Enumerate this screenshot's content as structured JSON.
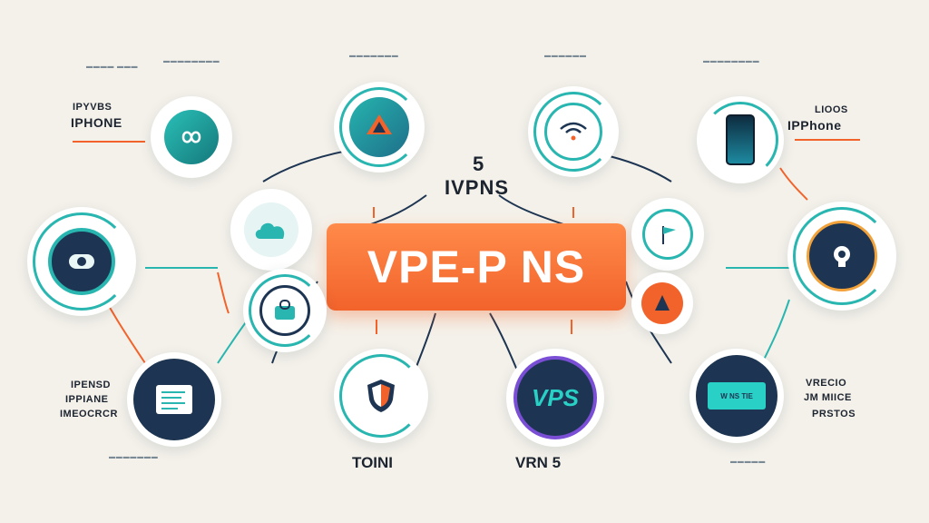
{
  "banner": {
    "title": "VPE-P NS"
  },
  "header": {
    "number": "5",
    "title": "IVPNS"
  },
  "labels": {
    "top_left_small": "IPYVBS",
    "top_left": "IPHONE",
    "top_right_small": "LIOOS",
    "top_right": "IPPhone",
    "bottom_left_1": "IPENSD",
    "bottom_left_2": "IPPIANE",
    "bottom_left_3": "IMEOCRCR",
    "bottom_right_1": "VRECIO",
    "bottom_right_2": "JM MIICE",
    "bottom_right_3": "PRSTOS",
    "bottom_center_left": "TOINI",
    "bottom_center_right": "VRN 5"
  },
  "node_badges": {
    "vps": "VPS",
    "screen": "W NS TIE"
  },
  "icons": [
    "infinity-icon",
    "vpn-shield-icon",
    "wifi-shield-icon",
    "phone-icon",
    "eye-icon",
    "cloud-icon",
    "lock-icon",
    "flag-icon",
    "cone-icon",
    "server-icon",
    "shield-icon",
    "vps-icon",
    "monitor-icon",
    "camera-icon"
  ],
  "colors": {
    "accent": "#f2632b",
    "teal": "#29b6b0",
    "navy": "#1d3552",
    "text": "#1c2430",
    "background": "#f4f1ea"
  }
}
